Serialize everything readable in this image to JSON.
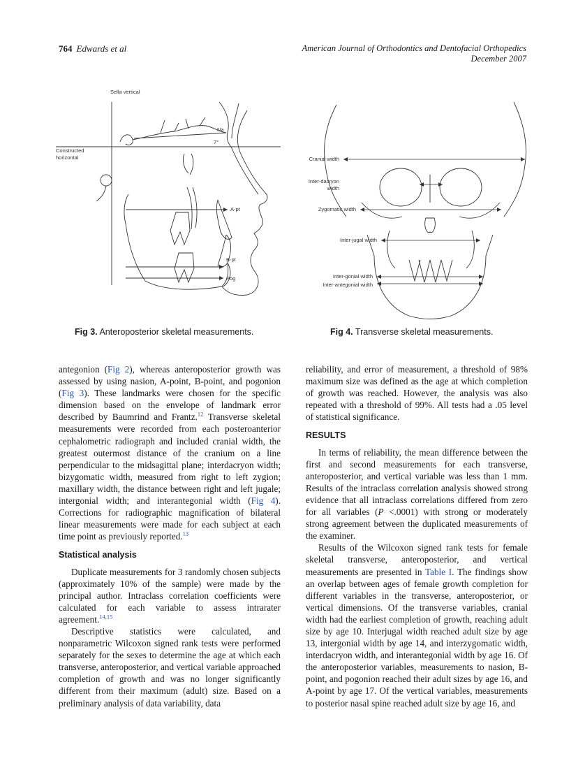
{
  "header": {
    "page_number": "764",
    "authors": "Edwards et al",
    "journal": "American Journal of Orthodontics and Dentofacial Orthopedics",
    "issue": "December 2007"
  },
  "fig3": {
    "labels": {
      "sella_vertical": "Sella vertical",
      "constructed": "Constructed",
      "horizontal": "horizontal",
      "na": "Na",
      "angle": "7°",
      "a_pt": "A-pt",
      "b_pt": "B-pt",
      "pog": "Pog"
    },
    "caption_num": "Fig 3.",
    "caption_text": "Anteroposterior skeletal measurements."
  },
  "fig4": {
    "labels": {
      "cranial_width": "Cranial width",
      "inter_dacryon_1": "Inter-dacryon",
      "inter_dacryon_2": "width",
      "zygomatic_width": "Zygomatic width",
      "inter_jugal_width": "Inter-jugal width",
      "inter_gonial_width": "Inter-gonial width",
      "inter_antegonial_width": "Inter-antegonial width"
    },
    "caption_num": "Fig 4.",
    "caption_text": "Transverse skeletal measurements."
  },
  "left_column": {
    "p1": {
      "t1": "antegonion (",
      "l1": "Fig 2",
      "t2": "), whereas anteroposterior growth was assessed by using nasion, A-point, B-point, and pogonion (",
      "l2": "Fig 3",
      "t3": "). These landmarks were chosen for the specific dimension based on the envelope of landmark error described by Baumrind and Frantz.",
      "s1": "12",
      "t4": " Transverse skeletal measurements were recorded from each posteroanterior cephalometric radiograph and included cranial width, the greatest outermost distance of the cranium on a line perpendicular to the midsagittal plane; interdacryon width; bizygomatic width, measured from right to left zygion; maxillary width, the distance between right and left jugale; intergonial width; and interantegonial width (",
      "l3": "Fig 4",
      "t5": "). Corrections for radiographic magnification of bilateral linear measurements were made for each subject at each time point as previously reported.",
      "s2": "13"
    },
    "heading": "Statistical analysis",
    "p2": {
      "t1": "Duplicate measurements for 3 randomly chosen subjects (approximately 10% of the sample) were made by the principal author. Intraclass correlation coefficients were calculated for each variable to assess intrarater agreement.",
      "s1": "14,15"
    },
    "p3": "Descriptive statistics were calculated, and nonparametric Wilcoxon signed rank tests were performed separately for the sexes to determine the age at which each transverse, anteroposterior, and vertical variable approached completion of growth and was no longer significantly different from their maximum (adult) size. Based on a preliminary analysis of data variability, data"
  },
  "right_column": {
    "p1": "reliability, and error of measurement, a threshold of 98% maximum size was defined as the age at which completion of growth was reached. However, the analysis was also repeated with a threshold of 99%. All tests had a .05 level of statistical significance.",
    "heading": "RESULTS",
    "p2": {
      "t1": "In terms of reliability, the mean difference between the first and second measurements for each transverse, anteroposterior, and vertical variable was less than 1 mm. Results of the intraclass correlation analysis showed strong evidence that all intraclass correlations differed from zero for all variables (",
      "p": "P",
      "t2": " <.0001) with strong or moderately strong agreement between the duplicated measurements of the examiner."
    },
    "p3": {
      "t1": "Results of the Wilcoxon signed rank tests for female skeletal transverse, anteroposterior, and vertical measurements are presented in ",
      "l1": "Table I",
      "t2": ". The findings show an overlap between ages of female growth completion for different variables in the transverse, anteroposterior, or vertical dimensions. Of the transverse variables, cranial width had the earliest completion of growth, reaching adult size by age 10. Interjugal width reached adult size by age 13, intergonial width by age 14, and interzygomatic width, interdacryon width, and interantegonial width by age 16. Of the anteroposterior variables, measurements to nasion, B-point, and pogonion reached their adult sizes by age 16, and A-point by age 17. Of the vertical variables, measurements to posterior nasal spine reached adult size by age 16, and"
    }
  }
}
